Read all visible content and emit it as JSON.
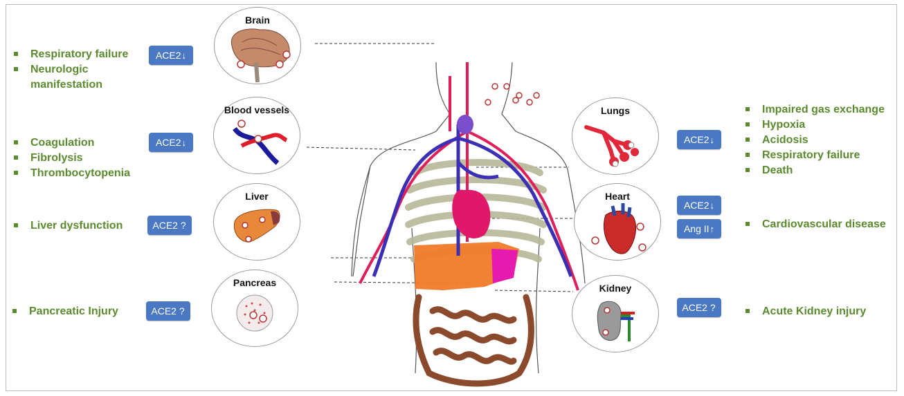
{
  "colors": {
    "text_green": "#5b8a2f",
    "badge_blue": "#4a78c2",
    "frame_gray": "#bdbdbd",
    "vein_blue": "#3a2fb5",
    "artery_red": "#e01e5a",
    "liver": "#f07a2a",
    "intestine": "#8b4a2b",
    "ribs": "#b8b89a"
  },
  "left_groups": [
    {
      "organ": "Brain",
      "badge": "ACE2",
      "badge_arrow": "↓",
      "effects": [
        "Respiratory failure",
        "Neurologic",
        "manifestation"
      ]
    },
    {
      "organ": "Blood vessels",
      "badge": "ACE2",
      "badge_arrow": "↓",
      "effects": [
        "Coagulation",
        "Fibrolysis",
        "Thrombocytopenia"
      ]
    },
    {
      "organ": "Liver",
      "badge": "ACE2 ?",
      "badge_arrow": "",
      "effects": [
        "Liver dysfunction"
      ]
    },
    {
      "organ": "Pancreas",
      "badge": "ACE2 ?",
      "badge_arrow": "",
      "effects": [
        "Pancreatic Injury"
      ]
    }
  ],
  "right_groups": [
    {
      "organ": "Lungs",
      "badges": [
        {
          "label": "ACE2",
          "arrow": "↓"
        }
      ],
      "effects": [
        "Impaired gas exchange",
        "Hypoxia",
        "Acidosis",
        "Respiratory failure",
        "Death"
      ]
    },
    {
      "organ": "Heart",
      "badges": [
        {
          "label": "ACE2",
          "arrow": "↓"
        },
        {
          "label": "Ang II",
          "arrow": "↑"
        }
      ],
      "effects": [
        "Cardiovascular disease"
      ]
    },
    {
      "organ": "Kidney",
      "badges": [
        {
          "label": "ACE2 ?",
          "arrow": ""
        }
      ],
      "effects": [
        "Acute Kidney injury"
      ]
    }
  ],
  "icons": {
    "bullet": "square-bullet-icon",
    "virus": "coronavirus-particle-icon",
    "body": "human-torso-anatomy-illustration"
  }
}
